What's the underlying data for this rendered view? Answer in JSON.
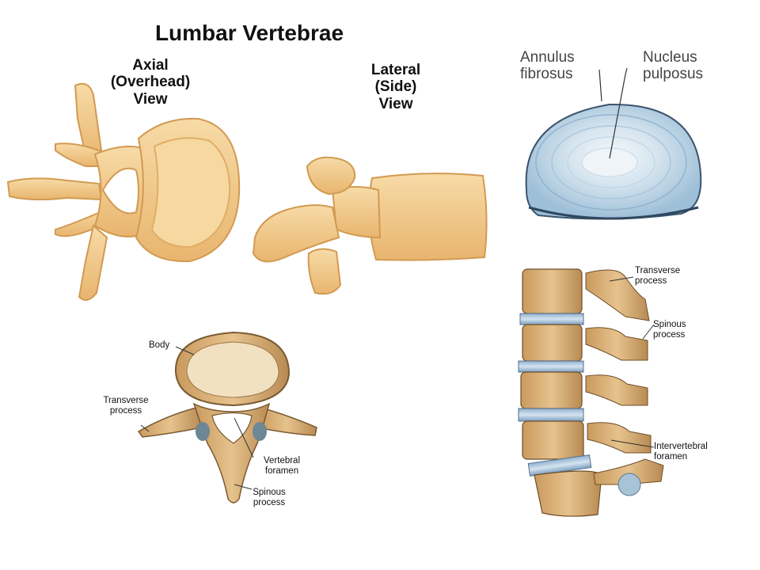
{
  "title": "Lumbar Vertebrae",
  "views": {
    "axial": "Axial\n(Overhead)\nView",
    "lateral": "Lateral\n(Side)\nView"
  },
  "disc": {
    "annulus": "Annulus\nfibrosus",
    "nucleus": "Nucleus\npulposus"
  },
  "superior_view": {
    "body": "Body",
    "transverse": "Transverse\nprocess",
    "foramen": "Vertebral\nforamen",
    "spinous": "Spinous\nprocess"
  },
  "column_view": {
    "transverse": "Transverse\nprocess",
    "spinous": "Spinous\nprocess",
    "intervertebral": "Intervertebral\nforamen"
  },
  "colors": {
    "bone": "#f2c98a",
    "bone_edge": "#d9a25a",
    "real_bone": "#d9b27a",
    "disc_blue": "#b9d2e4"
  }
}
